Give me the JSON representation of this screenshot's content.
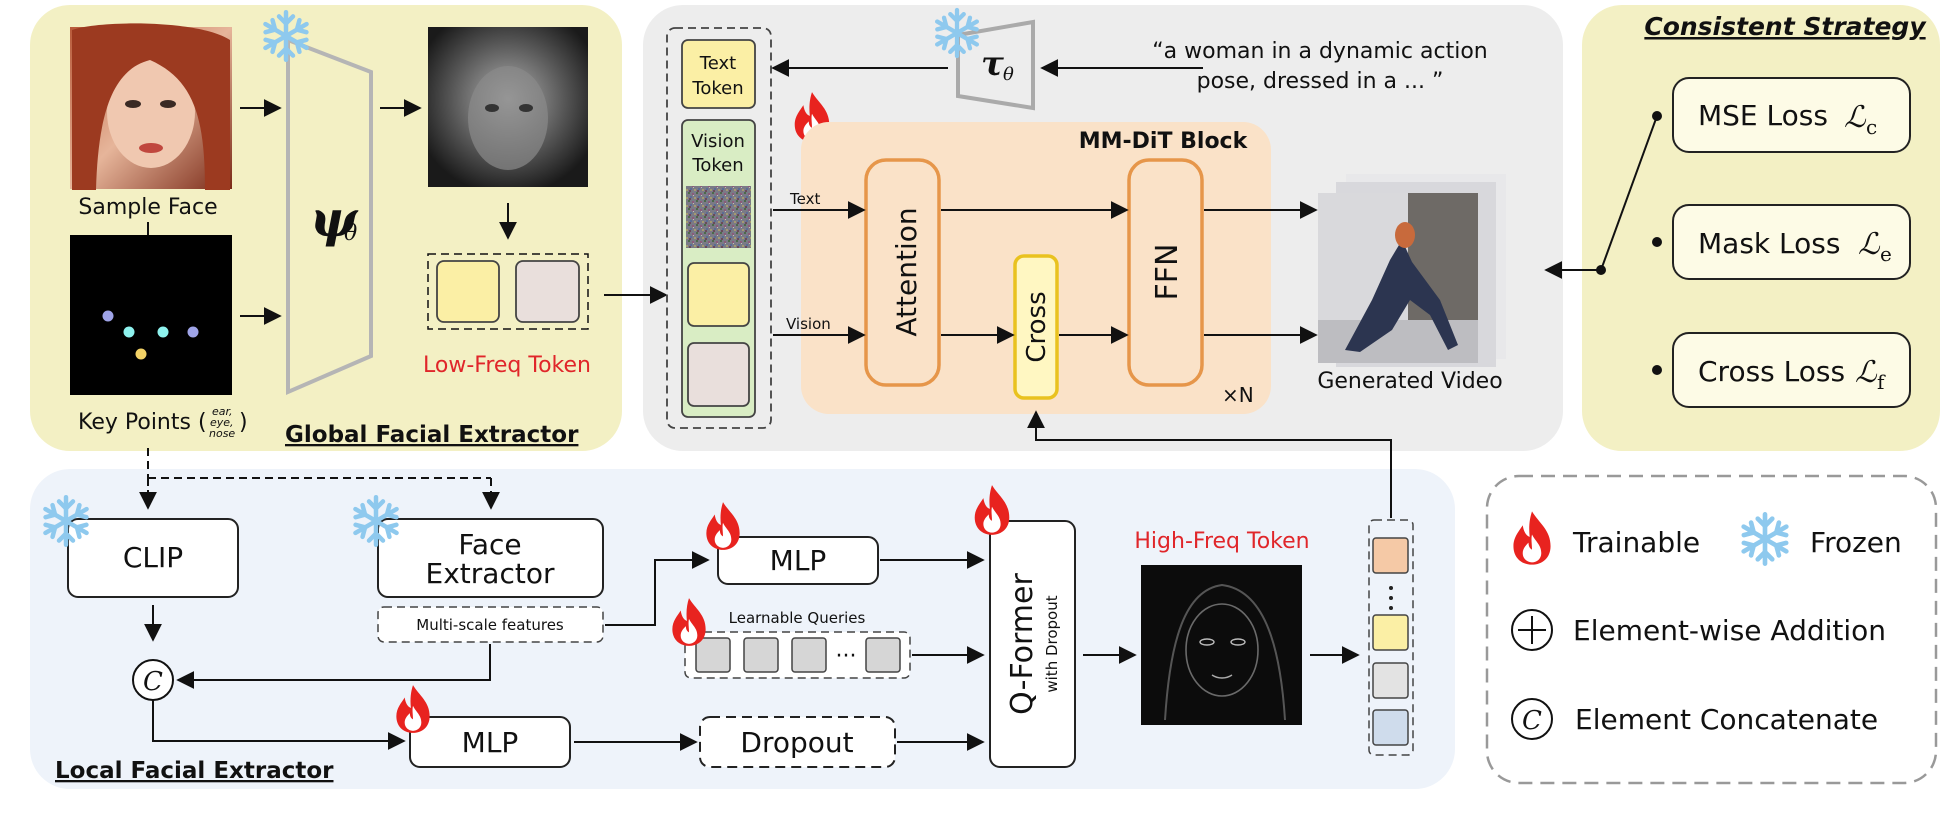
{
  "global": {
    "title": "Global Facial Extractor",
    "sample_face": "Sample Face",
    "key_points": "Key Points (",
    "kp_small": [
      "ear,",
      "eye,",
      "nose"
    ],
    "kp_close": ")",
    "psi": "ψ",
    "psi_sub": "θ",
    "low_freq": "Low-Freq Token"
  },
  "mmdit": {
    "caption": "“a woman in a dynamic action pose, dressed in a ...  ”",
    "caption_lines": [
      "“a woman in a dynamic action",
      "pose, dressed in a ...  ”"
    ],
    "tau": "τ",
    "tau_sub": "θ",
    "text_token": [
      "Text",
      "Token"
    ],
    "vision_token": [
      "Vision",
      "Token"
    ],
    "block_title": "MM-DiT Block",
    "text_lbl": "Text",
    "vision_lbl": "Vision",
    "attention": "Attention",
    "cross": "Cross",
    "ffn": "FFN",
    "xn": "×N",
    "generated": "Generated Video"
  },
  "strategy": {
    "title": "Consistent Strategy",
    "losses": [
      {
        "label": "MSE Loss",
        "sym": "ℒ",
        "sub": "c"
      },
      {
        "label": "Mask Loss",
        "sym": "ℒ",
        "sub": "e"
      },
      {
        "label": "Cross Loss",
        "sym": "ℒ",
        "sub": "f"
      }
    ]
  },
  "local": {
    "title": "Local Facial Extractor",
    "clip": "CLIP",
    "face_extractor": [
      "Face",
      "Extractor"
    ],
    "multiscale": "Multi-scale features",
    "mlp_top": "MLP",
    "mlp_bottom": "MLP",
    "learnable": "Learnable Queries",
    "ellipsis": "···",
    "dropout": "Dropout",
    "qformer": "Q-Former",
    "qformer_sub": "with Dropout",
    "high_freq": "High-Freq Token",
    "concat": "C"
  },
  "legend": {
    "trainable": "Trainable",
    "frozen": "Frozen",
    "addition": "Element-wise Addition",
    "concatenate": "Element Concatenate"
  },
  "colors": {
    "yellow_panel": "#f3f0c4",
    "gray_panel": "#ededed",
    "blue_panel": "#eef3fa",
    "orange_block": "#fae2c8",
    "orange_border": "#e6964a",
    "red_text": "#e0262a",
    "token_yellow": "#fbefa5",
    "token_gray": "#e9dfdc",
    "vision_green": "#d9edc4"
  }
}
